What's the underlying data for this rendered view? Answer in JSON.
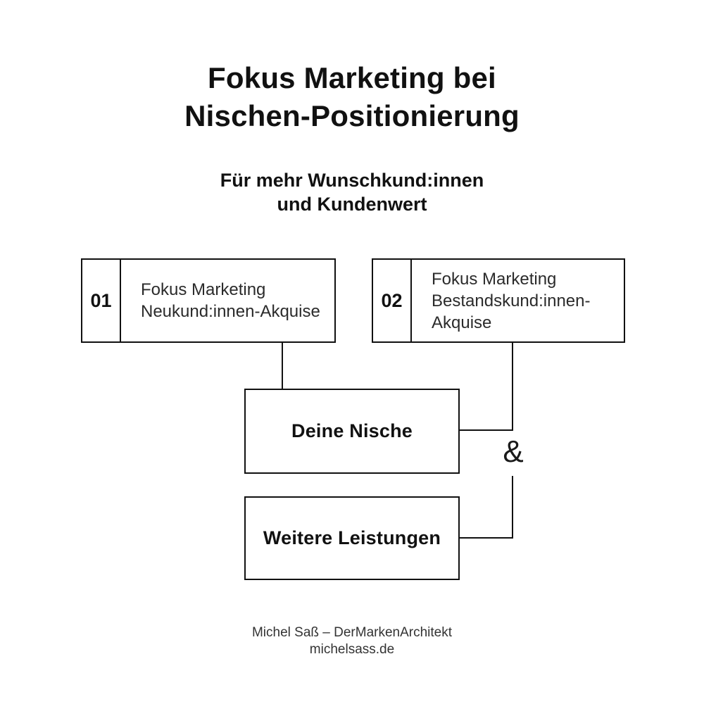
{
  "title": {
    "line1": "Fokus Marketing bei",
    "line2": "Nischen-Positionierung"
  },
  "subtitle": {
    "line1": "Für mehr Wunschkund:innen",
    "line2": "und Kundenwert"
  },
  "diagram": {
    "node1": {
      "number": "01",
      "label": "Fokus Marketing\nNeukund:innen-Akquise"
    },
    "node2": {
      "number": "02",
      "label": "Fokus Marketing\nBestandskund:innen-\nAkquise"
    },
    "nische": {
      "label": "Deine Nische"
    },
    "weitere": {
      "label": "Weitere Leistungen"
    },
    "ampersand": "&"
  },
  "footer": {
    "line1": "Michel Saß – DerMarkenArchitekt",
    "line2": "michelsass.de"
  },
  "colors": {
    "background": "#ffffff",
    "line": "#111111",
    "text_primary": "#111111",
    "text_secondary": "#2b2b2b",
    "footer_text": "#333333"
  }
}
